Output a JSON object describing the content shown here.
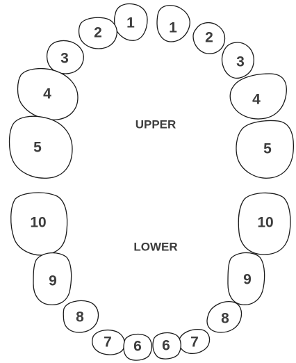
{
  "labels": {
    "upper": "UPPER",
    "lower": "LOWER"
  },
  "upper_teeth": [
    "1",
    "1",
    "2",
    "2",
    "3",
    "3",
    "4",
    "4",
    "5",
    "5"
  ],
  "lower_teeth": [
    "10",
    "10",
    "9",
    "9",
    "8",
    "8",
    "7",
    "7",
    "6",
    "6"
  ],
  "colors": {
    "outline": "#1a1a1a",
    "text": "#3d3d3d",
    "background": "#ffffff"
  }
}
